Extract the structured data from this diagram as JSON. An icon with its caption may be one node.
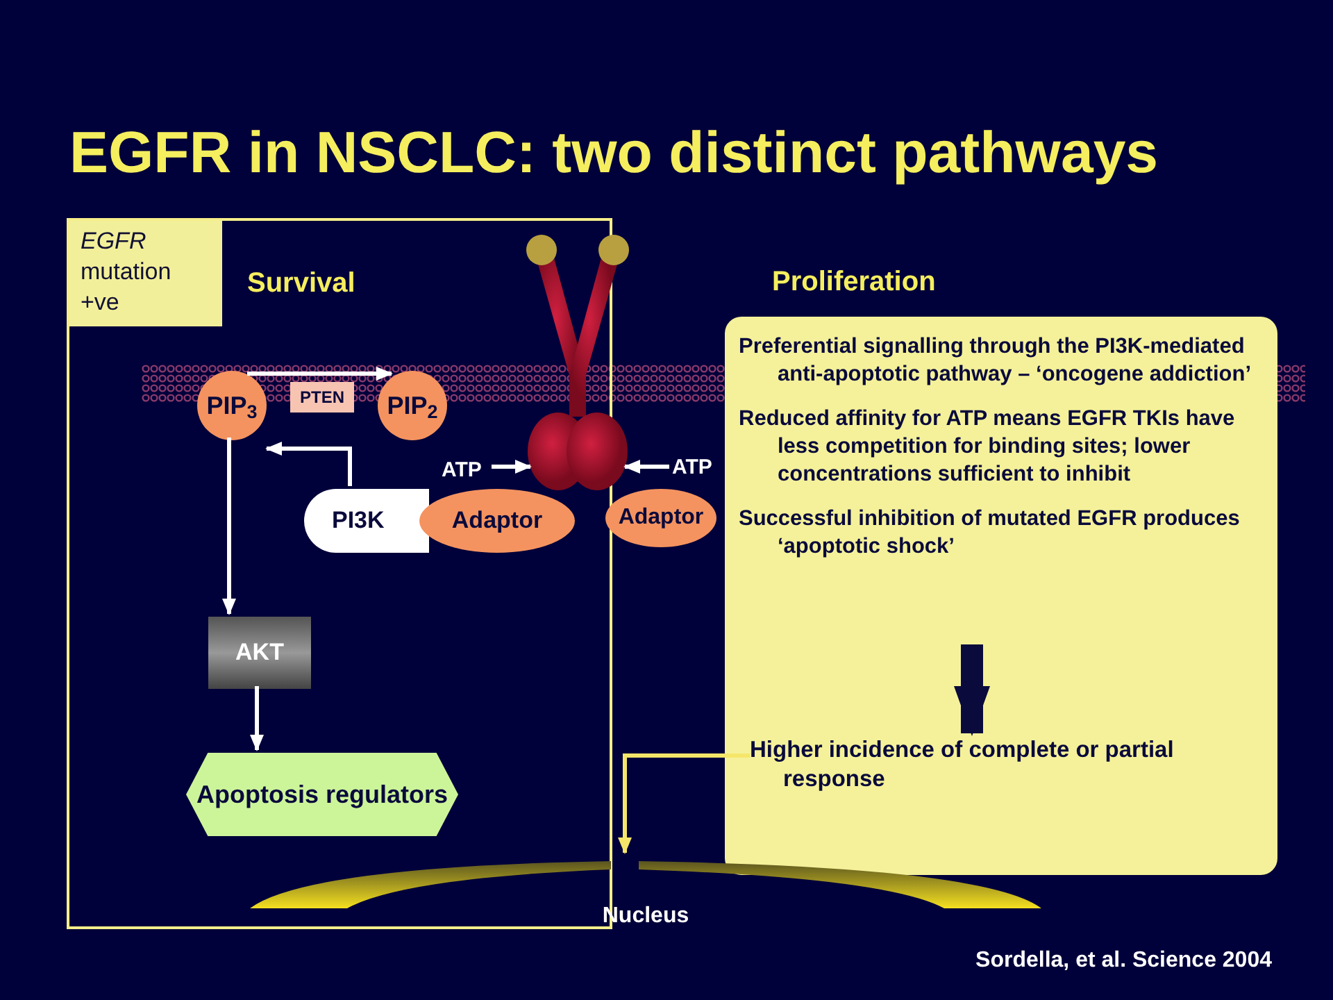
{
  "diagram": {
    "title": "EGFR in NSCLC: two distinct pathways",
    "nodes": [
      {
        "text": [
          "Survival"
        ]
      },
      {
        "text": [
          "*EGFR* mutation +ve"
        ],
        "in": 0
      },
      {
        "text": [
          "PIP$_{3}$"
        ],
        "in": 0
      },
      {
        "text": [
          "PTEN"
        ],
        "in": 0
      },
      {
        "text": [
          "PIP$_{2}$"
        ],
        "in": 0
      },
      {
        "text": [
          "PI3K"
        ],
        "in": 0
      },
      {
        "text": [
          "Adaptor"
        ],
        "in": 0
      },
      {
        "text": [
          "AKT"
        ],
        "in": 0
      },
      {
        "text": [
          "Apoptosis regulators"
        ],
        "in": 0
      },
      {
        "text": [],
        "shape": "picture"
      },
      {
        "text": [
          "Adaptor"
        ]
      },
      {
        "text": [],
        "shape": "box"
      },
      {
        "text": [
          "Preferential signalling through the PI3K-mediated anti-apoptotic pathway – ‘oncogene addiction’",
          "Reduced affinity for ATP means EGFR TKIs have less competition for binding sites; lower concentrations sufficient to inhibit",
          "Successful inhibition of mutated EGFR produces ‘apoptotic shock’"
        ],
        "in": 11
      },
      {
        "text": [
          "Higher incidence of complete or partial response"
        ],
        "in": 11
      },
      {
        "text": [
          "Nucleus"
        ]
      },
      {
        "text": [
          "ATP"
        ],
        "in": 0
      },
      {
        "text": [
          "ATP"
        ]
      }
    ],
    "edges": [
      {
        "from": 2,
        "to": 4,
        "arrow": "to"
      },
      {
        "from": 5,
        "to": 2,
        "arrow": "to"
      },
      {
        "from": 2,
        "to": 7,
        "arrow": "to"
      },
      {
        "from": 7,
        "to": 8,
        "arrow": "to"
      },
      {
        "from": 15,
        "to": 9,
        "arrow": "to"
      },
      {
        "from": 16,
        "to": 9,
        "arrow": "to"
      },
      {
        "from": 12,
        "to": 13,
        "arrow": "to",
        "style": "thick",
        "color": "#0a0a3c"
      },
      {
        "from": 13,
        "to": 14,
        "arrow": "to",
        "color": "#f5e66a"
      }
    ],
    "labels": [
      "Proliferation",
      "Sordella, et al. Science 2004"
    ]
  }
}
